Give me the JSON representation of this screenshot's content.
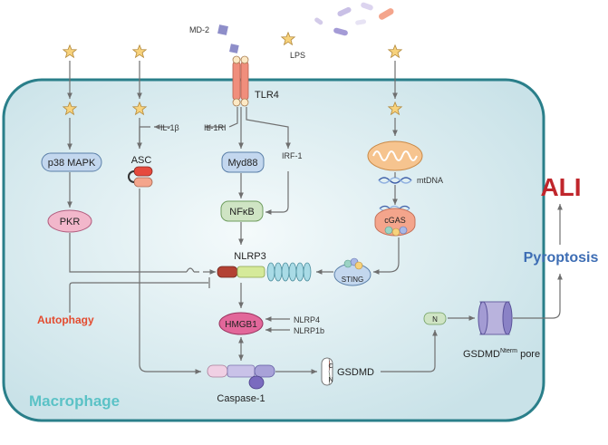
{
  "labels": {
    "md2": "MD-2",
    "lps": "LPS",
    "tlr4": "TLR4",
    "il1b": "IL-1β",
    "il1ri": "IL-1RI",
    "irf1": "IRF-1",
    "p38": "p38 MAPK",
    "asc": "ASC",
    "myd88": "Myd88",
    "pkr": "PKR",
    "nfkb": "NFκB",
    "nlrp3": "NLRP3",
    "mtdna": "mtDNA",
    "cgas": "cGAS",
    "sting": "STING",
    "autophagy": "Autophagy",
    "hmgb1": "HMGB1",
    "nlrp4": "NLRP4",
    "nlrp1b": "NLRP1b",
    "caspase1": "Caspase-1",
    "gsdmd": "GSDMD",
    "n_term": "N",
    "c_term": "C",
    "macrophage": "Macrophage",
    "ali": "ALI",
    "pyroptosis": "Pyroptosis",
    "pore_main": "GSDMD",
    "pore_sup": "Nterm",
    "pore_tail": " pore"
  },
  "colors": {
    "cell_fill": "#d4e9ee",
    "cell_stroke": "#2a7f8a",
    "arrow": "#707070",
    "ali": "#c0262c",
    "pyroptosis": "#3d6db4",
    "autophagy": "#e34b2f",
    "macrophage": "#5bc2c6",
    "pkr": "#f2b7cb",
    "nfkb": "#cfe4c4",
    "myd88": "#c3d7ee",
    "tlr4": "#f08e7c",
    "mito": "#f6c48f",
    "cgas": "#f4a58c",
    "hmgb1": "#e2679a"
  },
  "icons": [
    "star-ligand-icon",
    "mitochondrion-icon",
    "dna-helix-icon",
    "membrane-pore-icon",
    "lps-bacteria-icon"
  ]
}
